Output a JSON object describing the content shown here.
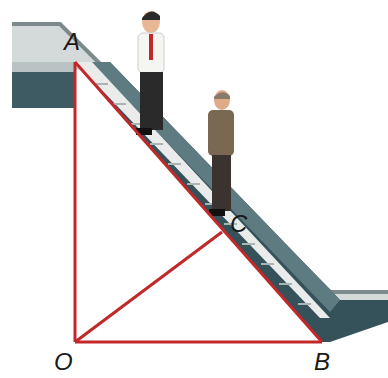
{
  "diagram": {
    "labels": [
      "A",
      "C",
      "O",
      "B"
    ]
  }
}
